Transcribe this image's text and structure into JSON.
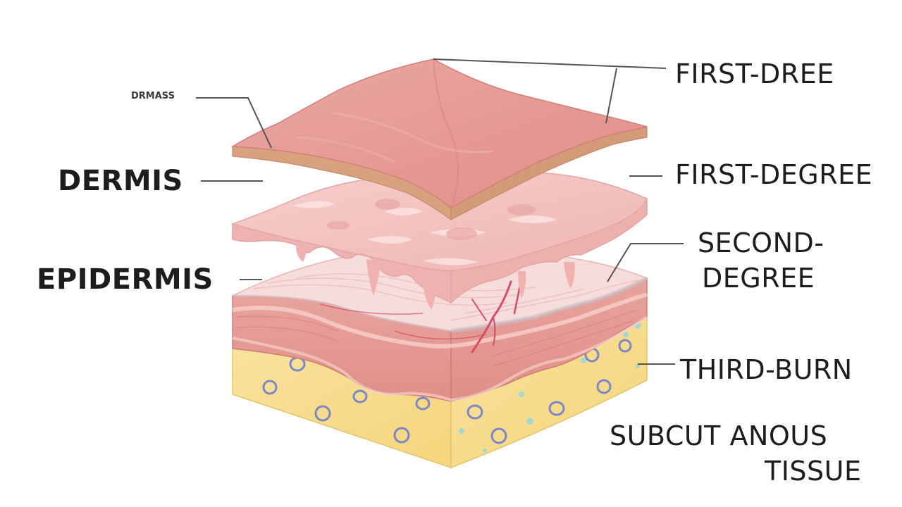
{
  "labels": {
    "small_top_left": "DRMASS",
    "dermis": "DERMIS",
    "epidermis": "EPIDERMIS",
    "first_dree": "FIRST-DREE",
    "first_degree": "FIRST-DEGREE",
    "second_degree_line1": "SECOND-",
    "second_degree_line2": "DEGREE",
    "third_burn": "THIRD-BURN",
    "subcutaneous_line1": "SUBCUT ANOUS",
    "subcutaneous_line2": "TISSUE"
  },
  "colors": {
    "top_layer": "#e59a94",
    "top_layer_edge": "#d27f79",
    "top_layer_side": "#c98e6f",
    "middle_layer": "#f3c2c0",
    "middle_layer_highlight": "#fbe3e1",
    "lower_surface": "#f7dcdc",
    "dermis_band": "#e79a92",
    "fat": "#f7dc8e",
    "fat_cell": "#7d87c6",
    "fat_accent": "#9fd8d2",
    "vessel": "#d64d69",
    "leader_line": "#555555"
  }
}
